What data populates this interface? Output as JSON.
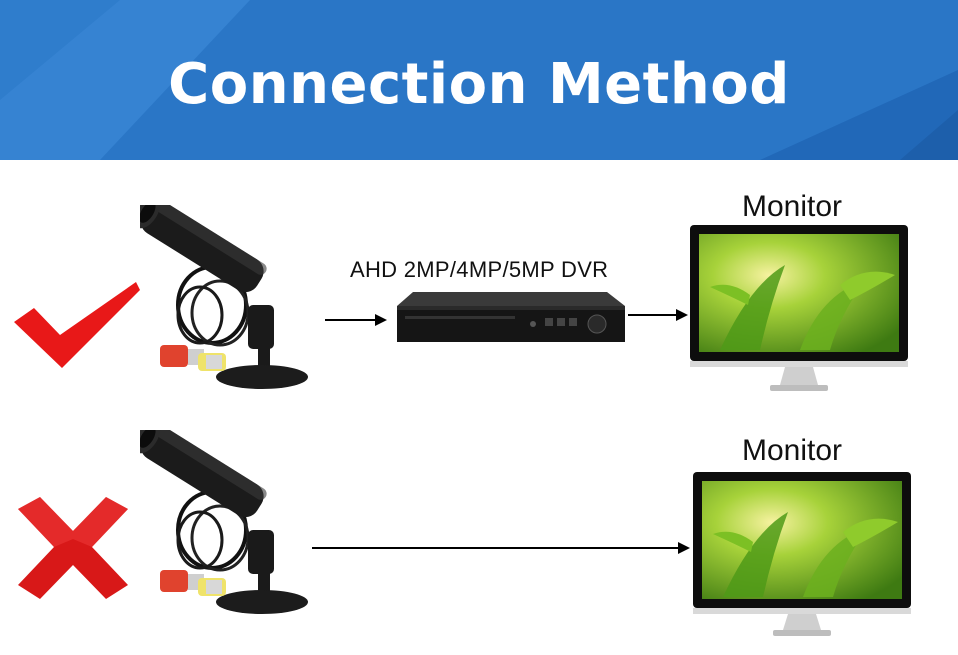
{
  "header": {
    "title": "Connection Method",
    "bg_color": "#2a76c6",
    "accent_light": "#3a8ad6",
    "accent_dark": "#1f63b0"
  },
  "rows": [
    {
      "status_icon": "checkmark-icon",
      "status_color": "#e61a1a",
      "device": "bullet-camera",
      "middle_label": "AHD 2MP/4MP/5MP DVR",
      "middle_device": "dvr-recorder",
      "target_label": "Monitor"
    },
    {
      "status_icon": "cross-icon",
      "status_color": "#d61a1a",
      "device": "bullet-camera",
      "target_label": "Monitor"
    }
  ]
}
